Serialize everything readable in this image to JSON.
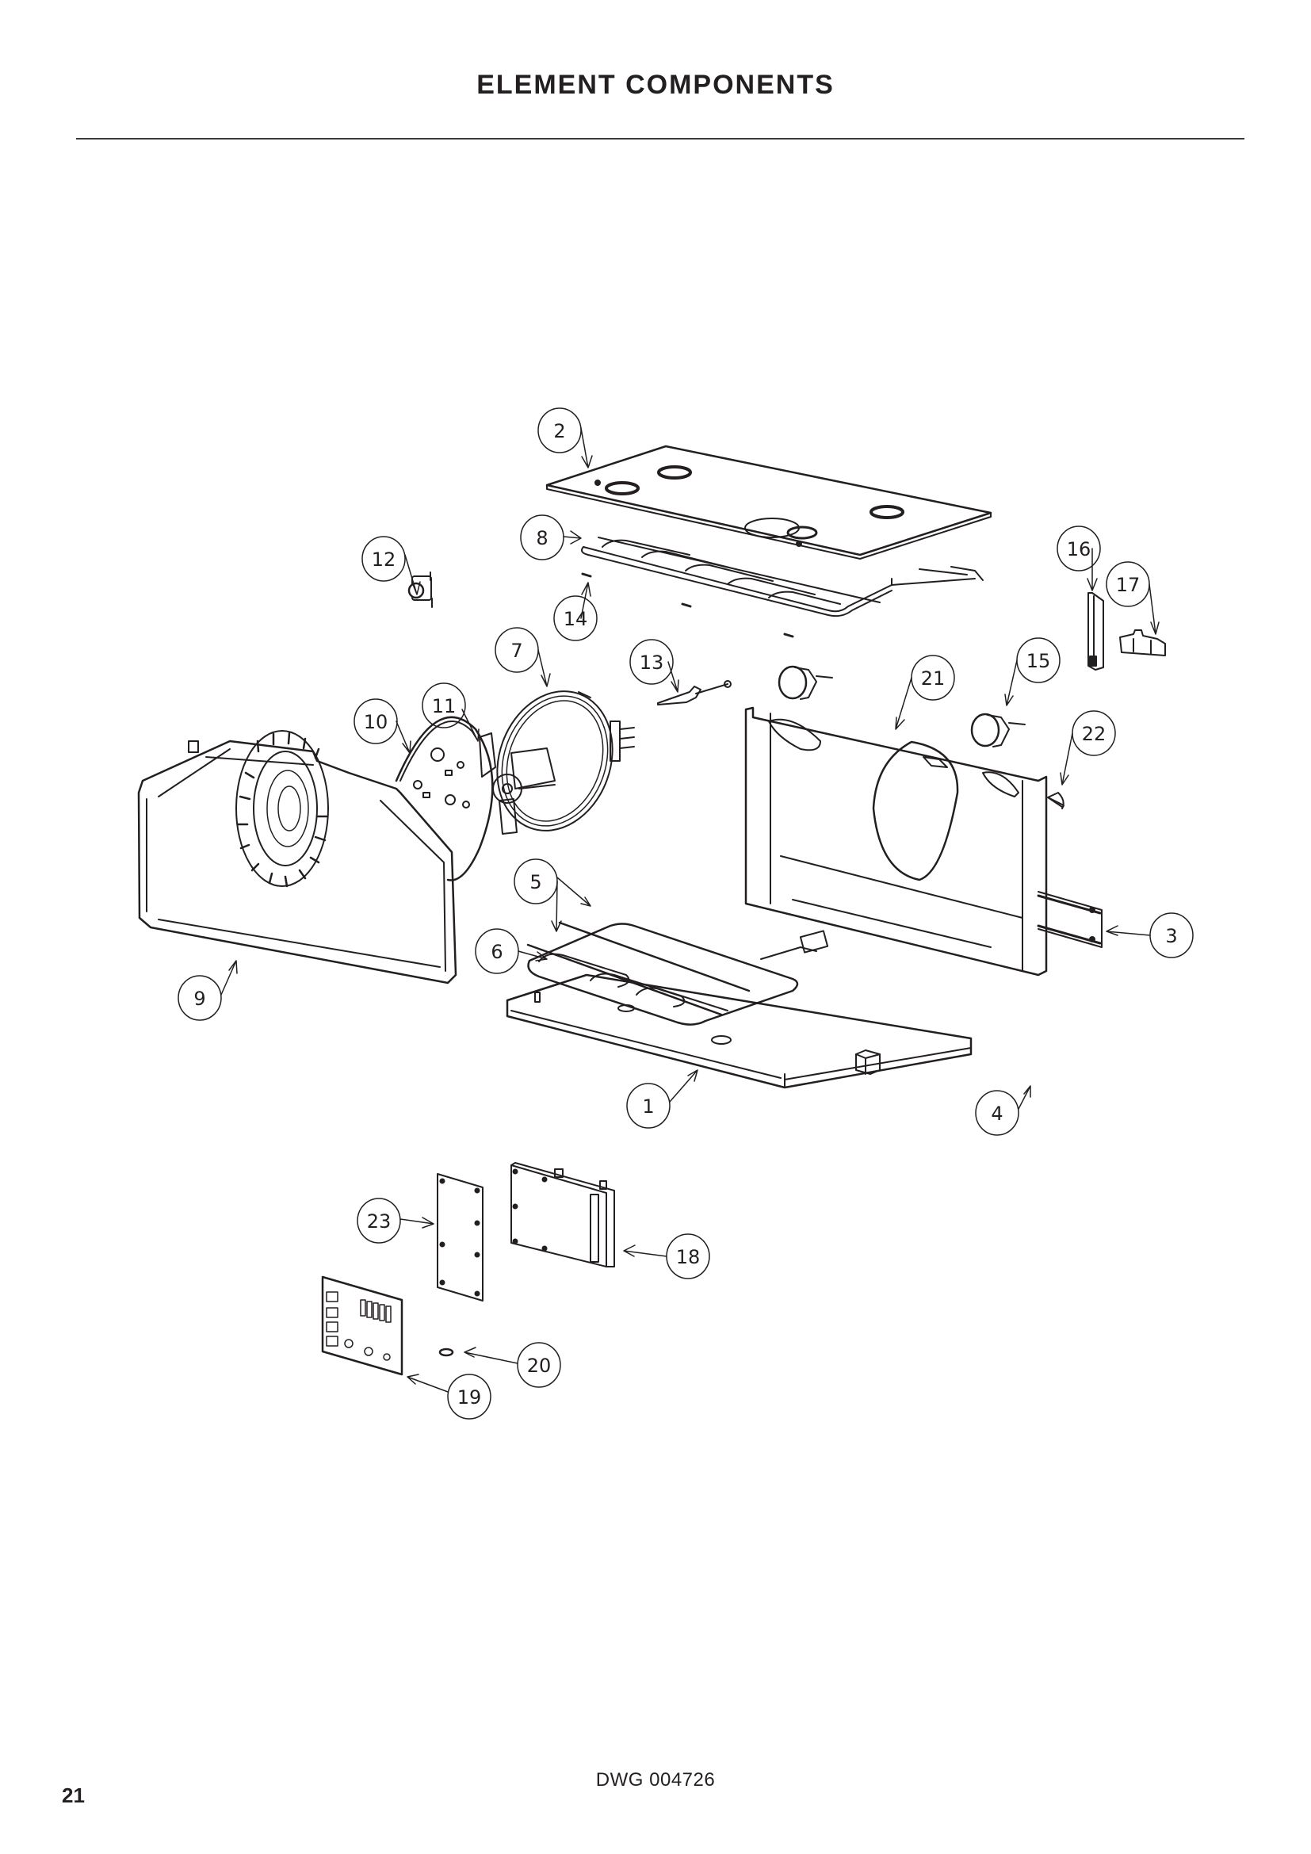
{
  "header": {
    "title": "ELEMENT COMPONENTS"
  },
  "diagram": {
    "type": "exploded-parts-view",
    "callouts": [
      {
        "id": "1",
        "label": "1"
      },
      {
        "id": "2",
        "label": "2"
      },
      {
        "id": "3",
        "label": "3"
      },
      {
        "id": "4",
        "label": "4"
      },
      {
        "id": "5",
        "label": "5"
      },
      {
        "id": "6",
        "label": "6"
      },
      {
        "id": "7",
        "label": "7"
      },
      {
        "id": "8",
        "label": "8"
      },
      {
        "id": "9",
        "label": "9"
      },
      {
        "id": "10",
        "label": "10"
      },
      {
        "id": "11",
        "label": "11"
      },
      {
        "id": "12",
        "label": "12"
      },
      {
        "id": "13",
        "label": "13"
      },
      {
        "id": "14",
        "label": "14"
      },
      {
        "id": "15",
        "label": "15"
      },
      {
        "id": "16",
        "label": "16"
      },
      {
        "id": "17",
        "label": "17"
      },
      {
        "id": "18",
        "label": "18"
      },
      {
        "id": "19",
        "label": "19"
      },
      {
        "id": "20",
        "label": "20"
      },
      {
        "id": "21",
        "label": "21"
      },
      {
        "id": "22",
        "label": "22"
      },
      {
        "id": "23",
        "label": "23"
      }
    ]
  },
  "footer": {
    "drawing_id": "DWG 004726",
    "page_number": "21"
  }
}
